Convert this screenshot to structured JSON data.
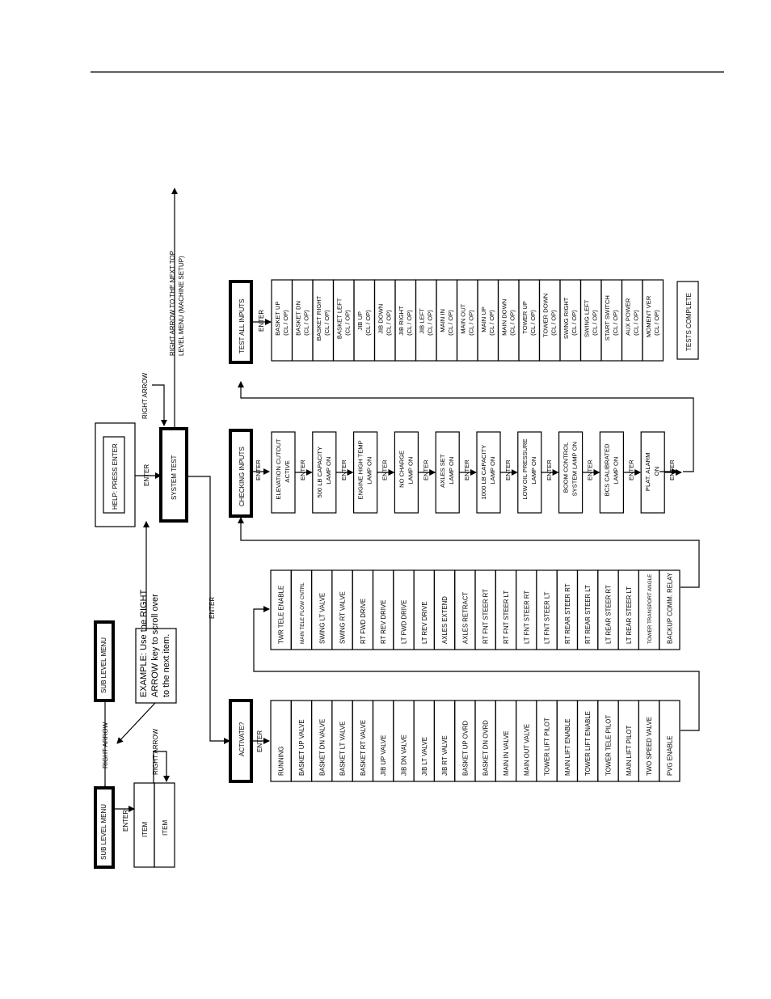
{
  "legend": {
    "sub_menu_1": "SUB LEVEL MENU",
    "sub_menu_2": "SUB LEVEL MENU",
    "right_arrow_1": "RIGHT ARROW",
    "right_arrow_2": "RIGHT ARROW",
    "enter": "ENTER",
    "item_1": "ITEM",
    "item_2": "ITEM",
    "example_line1": "EXAMPLE:  Use the RIGHT",
    "example_line2": "ARROW key to scroll over",
    "example_line3": "to the next item."
  },
  "top_menu": {
    "help": "HELP: PRESS ENTER",
    "enter": "ENTER",
    "system_test": "SYSTEM TEST",
    "right_arrow": "RIGHT ARROW",
    "next_line1": "RIGHT ARROW TO THE NEXT TOP",
    "next_line2": "LEVEL MENU (MACHINE SETUP)",
    "enter_down": "ENTER"
  },
  "activate": {
    "title": "ACTIVATE?",
    "enter": "ENTER",
    "items_a": [
      "RUNNING",
      "BASKET UP VALVE",
      "BASKET DN VALVE",
      "BASKET LT VALVE",
      "BASKET RT VALVE",
      "JIB UP VALVE",
      "JIB DN VALVE",
      "JIB LT VALVE",
      "JIB RT VALVE",
      "BASKET UP OVRD",
      "BASKET DN OVRD",
      "MAIN IN VALVE",
      "MAIN OUT VALVE",
      "TOWER LIFT PILOT",
      "MAIN LIFT ENABLE",
      "TOWER LIFT ENABLE",
      "TOWER TELE PILOT",
      "MAIN LIFT PILOT",
      "TWO SPEED VALVE",
      "PVG ENABLE"
    ],
    "items_b": [
      "TWR TELE ENABLE",
      "MAIN TELE FLOW CNTRL",
      "SWING LT VALVE",
      "SWING RT VALVE",
      "RT FWD DRIVE",
      "RT REV DRIVE",
      "LT FWD DRIVE",
      "LT REV DRIVE",
      "AXLES EXTEND",
      "AXLES RETRACT",
      "RT FNT STEER RT",
      "RT FNT STEER LT",
      "LT FNT STEER RT",
      "LT FNT STEER LT",
      "RT REAR STEER RT",
      "RT REAR STEER LT",
      "LT REAR STEER RT",
      "LT REAR STEER LT",
      "TOWER TRANSPORT ANGLE",
      "BACKUP COMM. RELAY"
    ]
  },
  "checking": {
    "title": "CHECKING INPUTS",
    "enter": "ENTER",
    "items": [
      {
        "line1": "ELEVATION CUTOUT",
        "line2": "ACTIVE"
      },
      {
        "line1": "500 LB CAPACITY",
        "line2": "LAMP ON"
      },
      {
        "line1": "ENGINE HIGH TEMP",
        "line2": "LAMP ON"
      },
      {
        "line1": "NO CHARGE",
        "line2": "LAMP ON"
      },
      {
        "line1": "AXLES SET",
        "line2": "LAMP ON"
      },
      {
        "line1": "1000 LB CAPACITY",
        "line2": "LAMP ON"
      },
      {
        "line1": "LOW OIL PRESSURE",
        "line2": "LAMP ON"
      },
      {
        "line1": "BOOM CONTROL",
        "line2": "SYSTEM LAMP ON"
      },
      {
        "line1": "BCS CALIBRATED",
        "line2": "LAMP ON"
      },
      {
        "line1": "PLAT. ALARM",
        "line2": "ON"
      }
    ]
  },
  "test_all": {
    "title": "TEST ALL INPUTS",
    "enter": "ENTER",
    "items": [
      {
        "line1": "BASKET UP",
        "line2": "(CL / OP)"
      },
      {
        "line1": "BASKET DN",
        "line2": "(CL / OP)"
      },
      {
        "line1": "BASKET RIGHT",
        "line2": "(CL / OP)"
      },
      {
        "line1": "BASKET LEFT",
        "line2": "(CL / OP)"
      },
      {
        "line1": "JIB UP",
        "line2": "(CL / OP)"
      },
      {
        "line1": "JIB DOWN",
        "line2": "(CL / OP)"
      },
      {
        "line1": "JIB RIGHT",
        "line2": "(CL / OP)"
      },
      {
        "line1": "JIB LEFT",
        "line2": "(CL / OP)"
      },
      {
        "line1": "MAIN IN",
        "line2": "(CL / OP)"
      },
      {
        "line1": "MAIN OUT",
        "line2": "(CL / OP)"
      },
      {
        "line1": "MAIN UP",
        "line2": "(CL / OP)"
      },
      {
        "line1": "MAIN DOWN",
        "line2": "(CL / OP)"
      },
      {
        "line1": "TOWER UP",
        "line2": "(CL / OP)"
      },
      {
        "line1": "TOWER DOWN",
        "line2": "(CL / OP)"
      },
      {
        "line1": "SWING RIGHT",
        "line2": "(CL / OP)"
      },
      {
        "line1": "SWING LEFT",
        "line2": "(CL / OP)"
      },
      {
        "line1": "START SWITCH",
        "line2": "(CL / OP)"
      },
      {
        "line1": "AUX POWER",
        "line2": "(CL / OP)"
      },
      {
        "line1": "MOMENT VER",
        "line2": "(CL / OP)"
      }
    ],
    "complete": "TESTS COMPLETE"
  }
}
